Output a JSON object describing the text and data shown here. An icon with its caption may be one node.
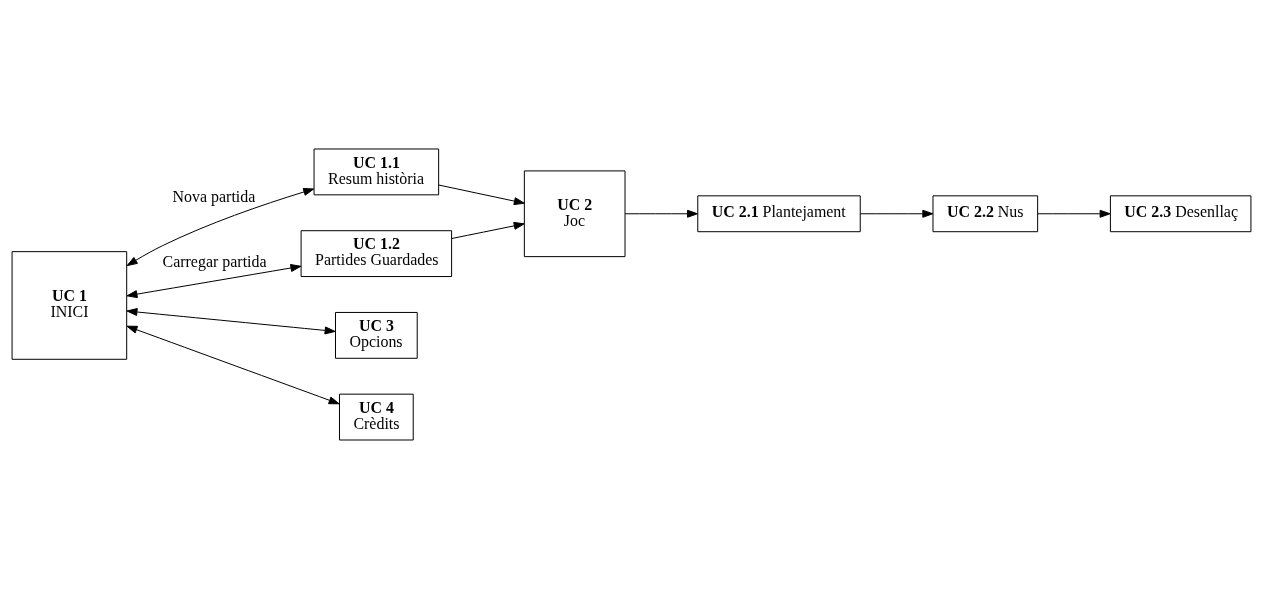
{
  "diagram": {
    "nodes": [
      {
        "text": [
          "UC 1",
          "INICI"
        ]
      },
      {
        "text": [
          "UC 1.1",
          "Resum història"
        ]
      },
      {
        "text": [
          "UC 1.2",
          "Partides Guardades"
        ]
      },
      {
        "text": [
          "UC 2",
          "Joc"
        ]
      },
      {
        "text": [
          "UC 2.1",
          "Plantejament"
        ]
      },
      {
        "text": [
          "UC 2.2",
          "Nus"
        ]
      },
      {
        "text": [
          "UC 2.3",
          "Desenllaç"
        ]
      },
      {
        "text": [
          "UC 3",
          "Opcions"
        ]
      },
      {
        "text": [
          "UC 4",
          "Crèdits"
        ]
      }
    ],
    "edges": [
      {
        "from": 0,
        "to": 1,
        "arrow": "both",
        "label": "Nova partida"
      },
      {
        "from": 0,
        "to": 2,
        "arrow": "both",
        "label": "Carregar partida"
      },
      {
        "from": 1,
        "to": 3,
        "arrow": "to"
      },
      {
        "from": 2,
        "to": 3,
        "arrow": "to"
      },
      {
        "from": 3,
        "to": 4,
        "arrow": "to"
      },
      {
        "from": 4,
        "to": 5,
        "arrow": "to"
      },
      {
        "from": 5,
        "to": 6,
        "arrow": "to"
      },
      {
        "from": 0,
        "to": 7,
        "arrow": "both"
      },
      {
        "from": 0,
        "to": 8,
        "arrow": "both"
      }
    ]
  }
}
